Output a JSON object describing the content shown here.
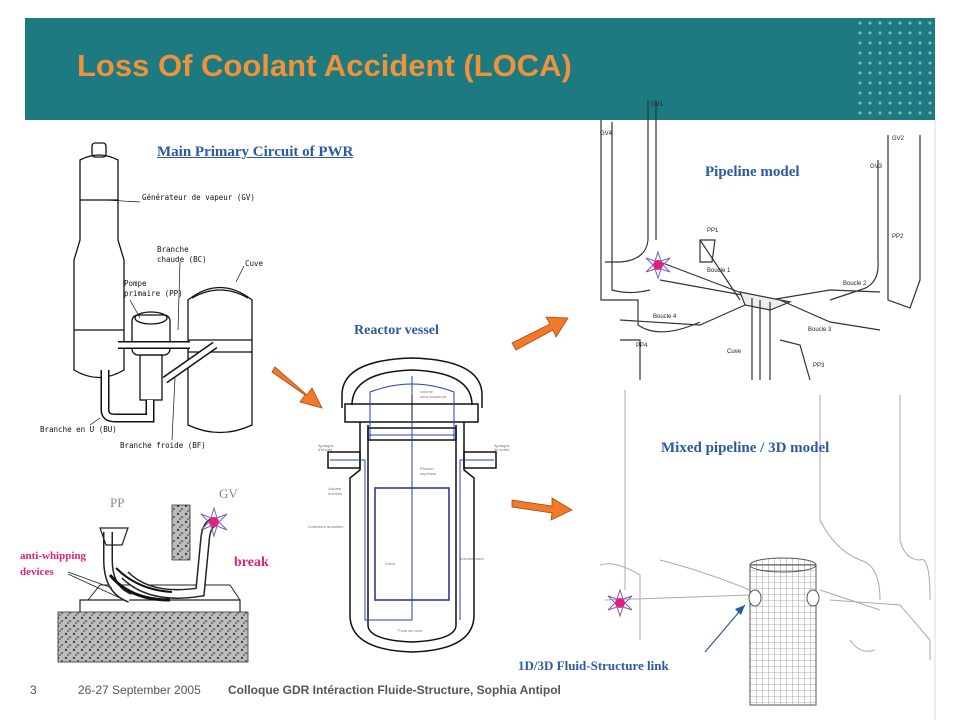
{
  "slide": {
    "title": "Loss Of Coolant Accident (LOCA)",
    "circuit_title": "Main Primary Circuit of PWR",
    "pipeline_model": "Pipeline model",
    "reactor_vessel": "Reactor vessel",
    "mixed_model": "Mixed pipeline / 3D model",
    "fsi_link": "1D/3D Fluid-Structure link",
    "pp_label": "PP",
    "gv_label": "GV",
    "break_label": "break",
    "anti_whipping": [
      "anti-whipping",
      "devices"
    ],
    "circuit_labels": {
      "gv": "Générateur de vapeur (GV)",
      "bc": [
        "Branche",
        "chaude (BC)"
      ],
      "cuve": "Cuve",
      "pp": [
        "Pompe",
        "primaire (PP)"
      ],
      "bu": "Branche en U (BU)",
      "bf": "Branche froide (BF)"
    },
    "pipeline_labels": {
      "gv1": "GV1",
      "gv4": "GV4",
      "gv2": "GV2",
      "gv3": "GV3",
      "pp1": "PP1",
      "pp2": "PP2",
      "pp3": "PP3",
      "pp4": "PP4",
      "boucle1": "Boucle 1",
      "boucle2": "Boucle 2",
      "boucle3": "Boucle 3",
      "boucle4": "Boucle 4",
      "cuve": "Cuve"
    }
  },
  "footer": {
    "page": "3",
    "date": "26-27 September 2005",
    "event": "Colloque GDR Intéraction Fluide-Structure,  Sophia Antipol"
  },
  "colors": {
    "header": "#1d7a80",
    "title": "#f0923a",
    "label": "#2c5aa0",
    "break": "#e0207a",
    "arrow": "#f07a2a"
  }
}
